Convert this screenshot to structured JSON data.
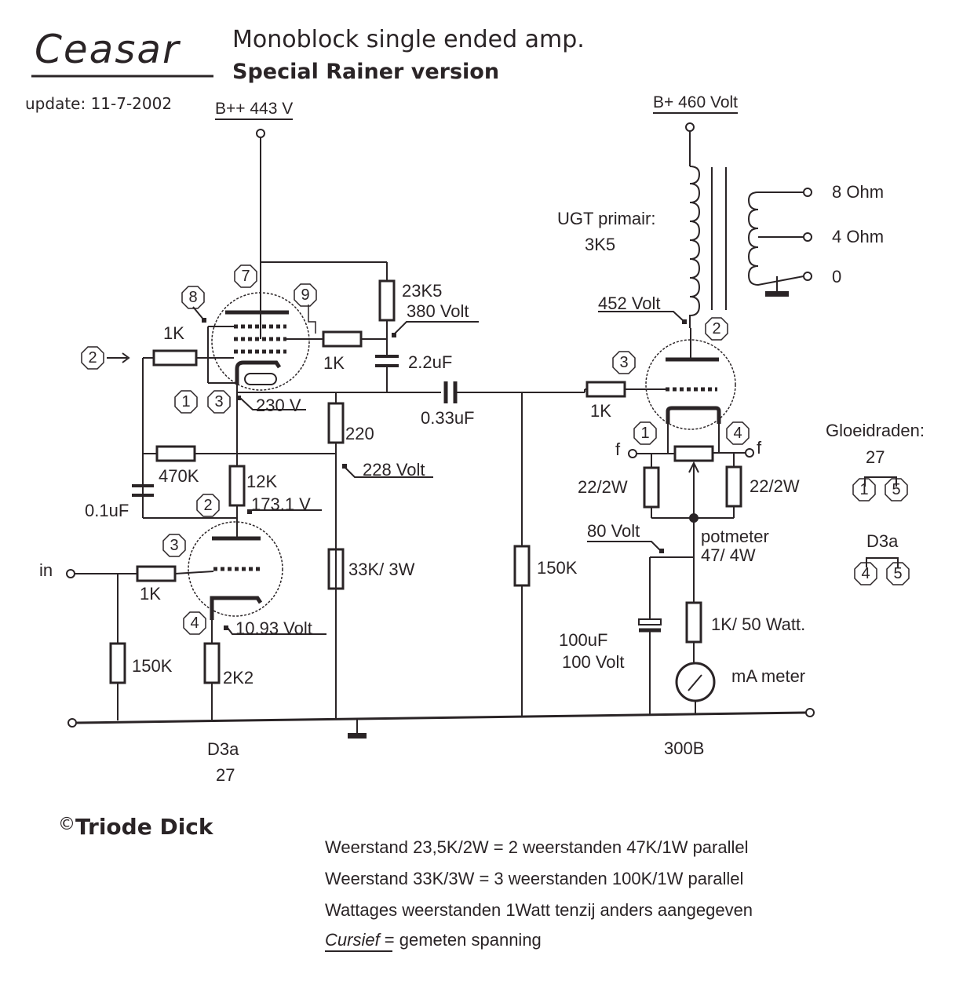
{
  "header": {
    "name": "Ceasar",
    "title": "Monoblock single ended amp.",
    "subtitle": "Special Rainer version",
    "update": "update: 11-7-2002"
  },
  "supplies": {
    "b_plus_plus": "B++ 443 V",
    "b_plus": "B+ 460 Volt"
  },
  "driver_stage": {
    "input_label": "in",
    "input_resistor": "1K",
    "grid_leak": "150K",
    "cathode_resistor": "2K2",
    "cathode_voltage": "10.93 Volt",
    "plate_resistor": "12K",
    "plate_voltage": "173.1 V",
    "feedback_resistor": "470K",
    "feedback_cap": "0.1uF",
    "tube_label_1": "D3a",
    "tube_label_2": "27",
    "pins": {
      "anode": "2",
      "grid": "3",
      "cathode": "4"
    }
  },
  "follower_stage": {
    "grid_stopper": "1K",
    "screen_stopper": "1K",
    "screen_resistor": "23K5",
    "screen_voltage": "380 Volt",
    "screen_cap": "2.2uF",
    "cathode_voltage": "230 V",
    "cathode_resistor": "220",
    "tail_voltage": "228 Volt",
    "tail_resistor": "33K/ 3W",
    "coupling_cap": "0.33uF",
    "input_ref_pin": "2",
    "pins": {
      "anode": "7",
      "g2": "9",
      "g3": "8",
      "cathode_a": "1",
      "cathode_b": "3"
    }
  },
  "output_stage": {
    "grid_stopper": "1K",
    "grid_leak": "150K",
    "plate_voltage": "452 Volt",
    "transformer_label": "UGT primair:",
    "transformer_value": "3K5",
    "taps": [
      "8 Ohm",
      "4 Ohm",
      "0"
    ],
    "filament_label_left": "f",
    "filament_label_right": "f",
    "hum_resistor_left": "22/2W",
    "hum_resistor_right": "22/2W",
    "pot_label": "potmeter",
    "pot_value": "47/ 4W",
    "cathode_voltage": "80 Volt",
    "cathode_cap_1": "100uF",
    "cathode_cap_2": "100 Volt",
    "cathode_resistor": "1K/ 50 Watt.",
    "meter_label": "mA meter",
    "tube_label": "300B",
    "pins": {
      "anode": "2",
      "grid": "3",
      "fil_a": "1",
      "fil_b": "4"
    }
  },
  "heaters": {
    "title": "Gloeidraden:",
    "groups": [
      {
        "tube": "27",
        "pins": [
          "1",
          "5"
        ]
      },
      {
        "tube": "D3a",
        "pins": [
          "4",
          "5"
        ]
      }
    ]
  },
  "footer": {
    "copyright_symbol": "©",
    "author": "Triode Dick",
    "notes": [
      "Weerstand 23,5K/2W =   2 weerstanden 47K/1W parallel",
      "Weerstand 33K/3W   =   3 weerstanden 100K/1W parallel",
      "Wattages weerstanden 1Watt tenzij anders aangegeven"
    ],
    "legend_key": "Cursief",
    "legend_value": " = gemeten spanning"
  }
}
